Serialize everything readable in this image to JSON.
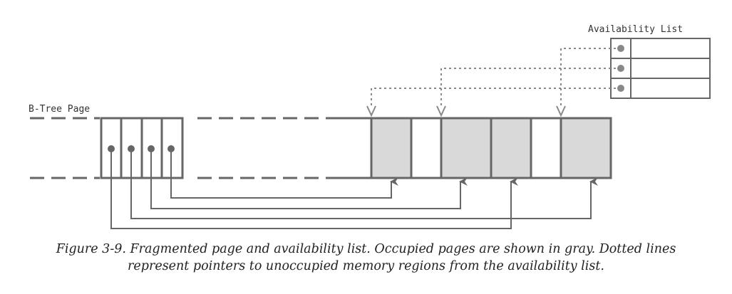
{
  "diagram": {
    "btree_label": "B-Tree Page",
    "availability_label": "Availability List",
    "colors": {
      "line": "#666666",
      "occupied_fill": "#d9d9d9",
      "dotted_pointer": "#888888"
    },
    "btree_cells": 4,
    "availability_entries": 3,
    "regions": [
      {
        "state": "occupied"
      },
      {
        "state": "free"
      },
      {
        "state": "occupied"
      },
      {
        "state": "occupied"
      },
      {
        "state": "free"
      },
      {
        "state": "occupied"
      }
    ]
  },
  "caption": {
    "line1": "Figure 3-9. Fragmented page and availability list. Occupied pages are shown in gray. Dotted lines",
    "line2": "represent pointers to unoccupied memory regions from the availability list."
  }
}
